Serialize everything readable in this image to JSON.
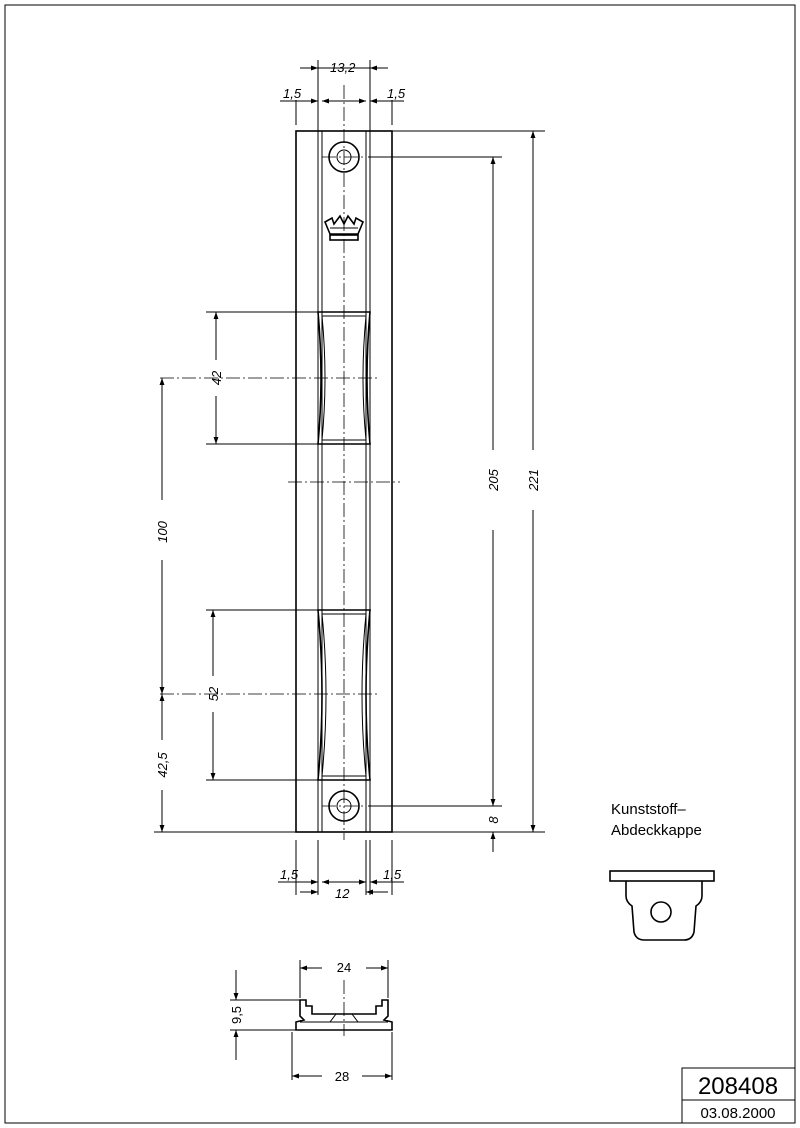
{
  "main_view": {
    "dims": {
      "top_overall": "13,2",
      "top_left_margin": "1,5",
      "top_right_margin": "1,5",
      "overall_length": "221",
      "hole_to_hole": "205",
      "bottom_offset": "8",
      "upper_slot": "42",
      "slot_spacing": "100",
      "lower_slot": "52",
      "lower_offset": "42,5",
      "bottom_left_margin": "1,5",
      "bottom_right_margin": "1,5",
      "slot_width": "12"
    }
  },
  "cap": {
    "label_line1": "Kunststoff–",
    "label_line2": "Abdeckkappe"
  },
  "profile": {
    "top_width": "24",
    "height": "9,5",
    "bottom_width": "28"
  },
  "title_block": {
    "part_number": "208408",
    "date": "03.08.2000"
  }
}
